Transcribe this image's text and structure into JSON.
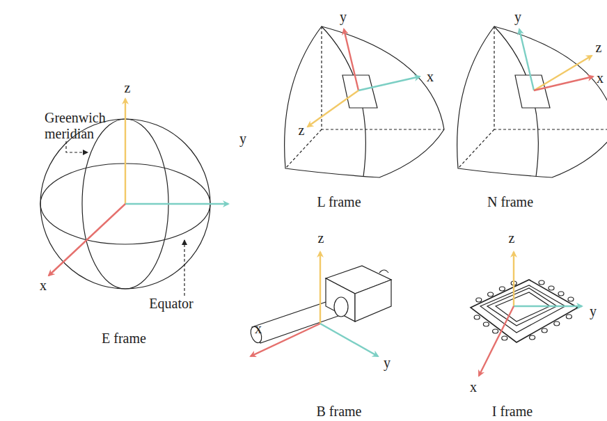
{
  "diagram": {
    "labels": [
      "Greenwich meridian",
      "z",
      "x",
      "Equator",
      "E frame",
      "y",
      "y",
      "x",
      "z",
      "L frame",
      "y",
      "z",
      "x",
      "N frame",
      "z",
      "x",
      "y",
      "B frame",
      "z",
      "y",
      "x",
      "I frame"
    ]
  }
}
